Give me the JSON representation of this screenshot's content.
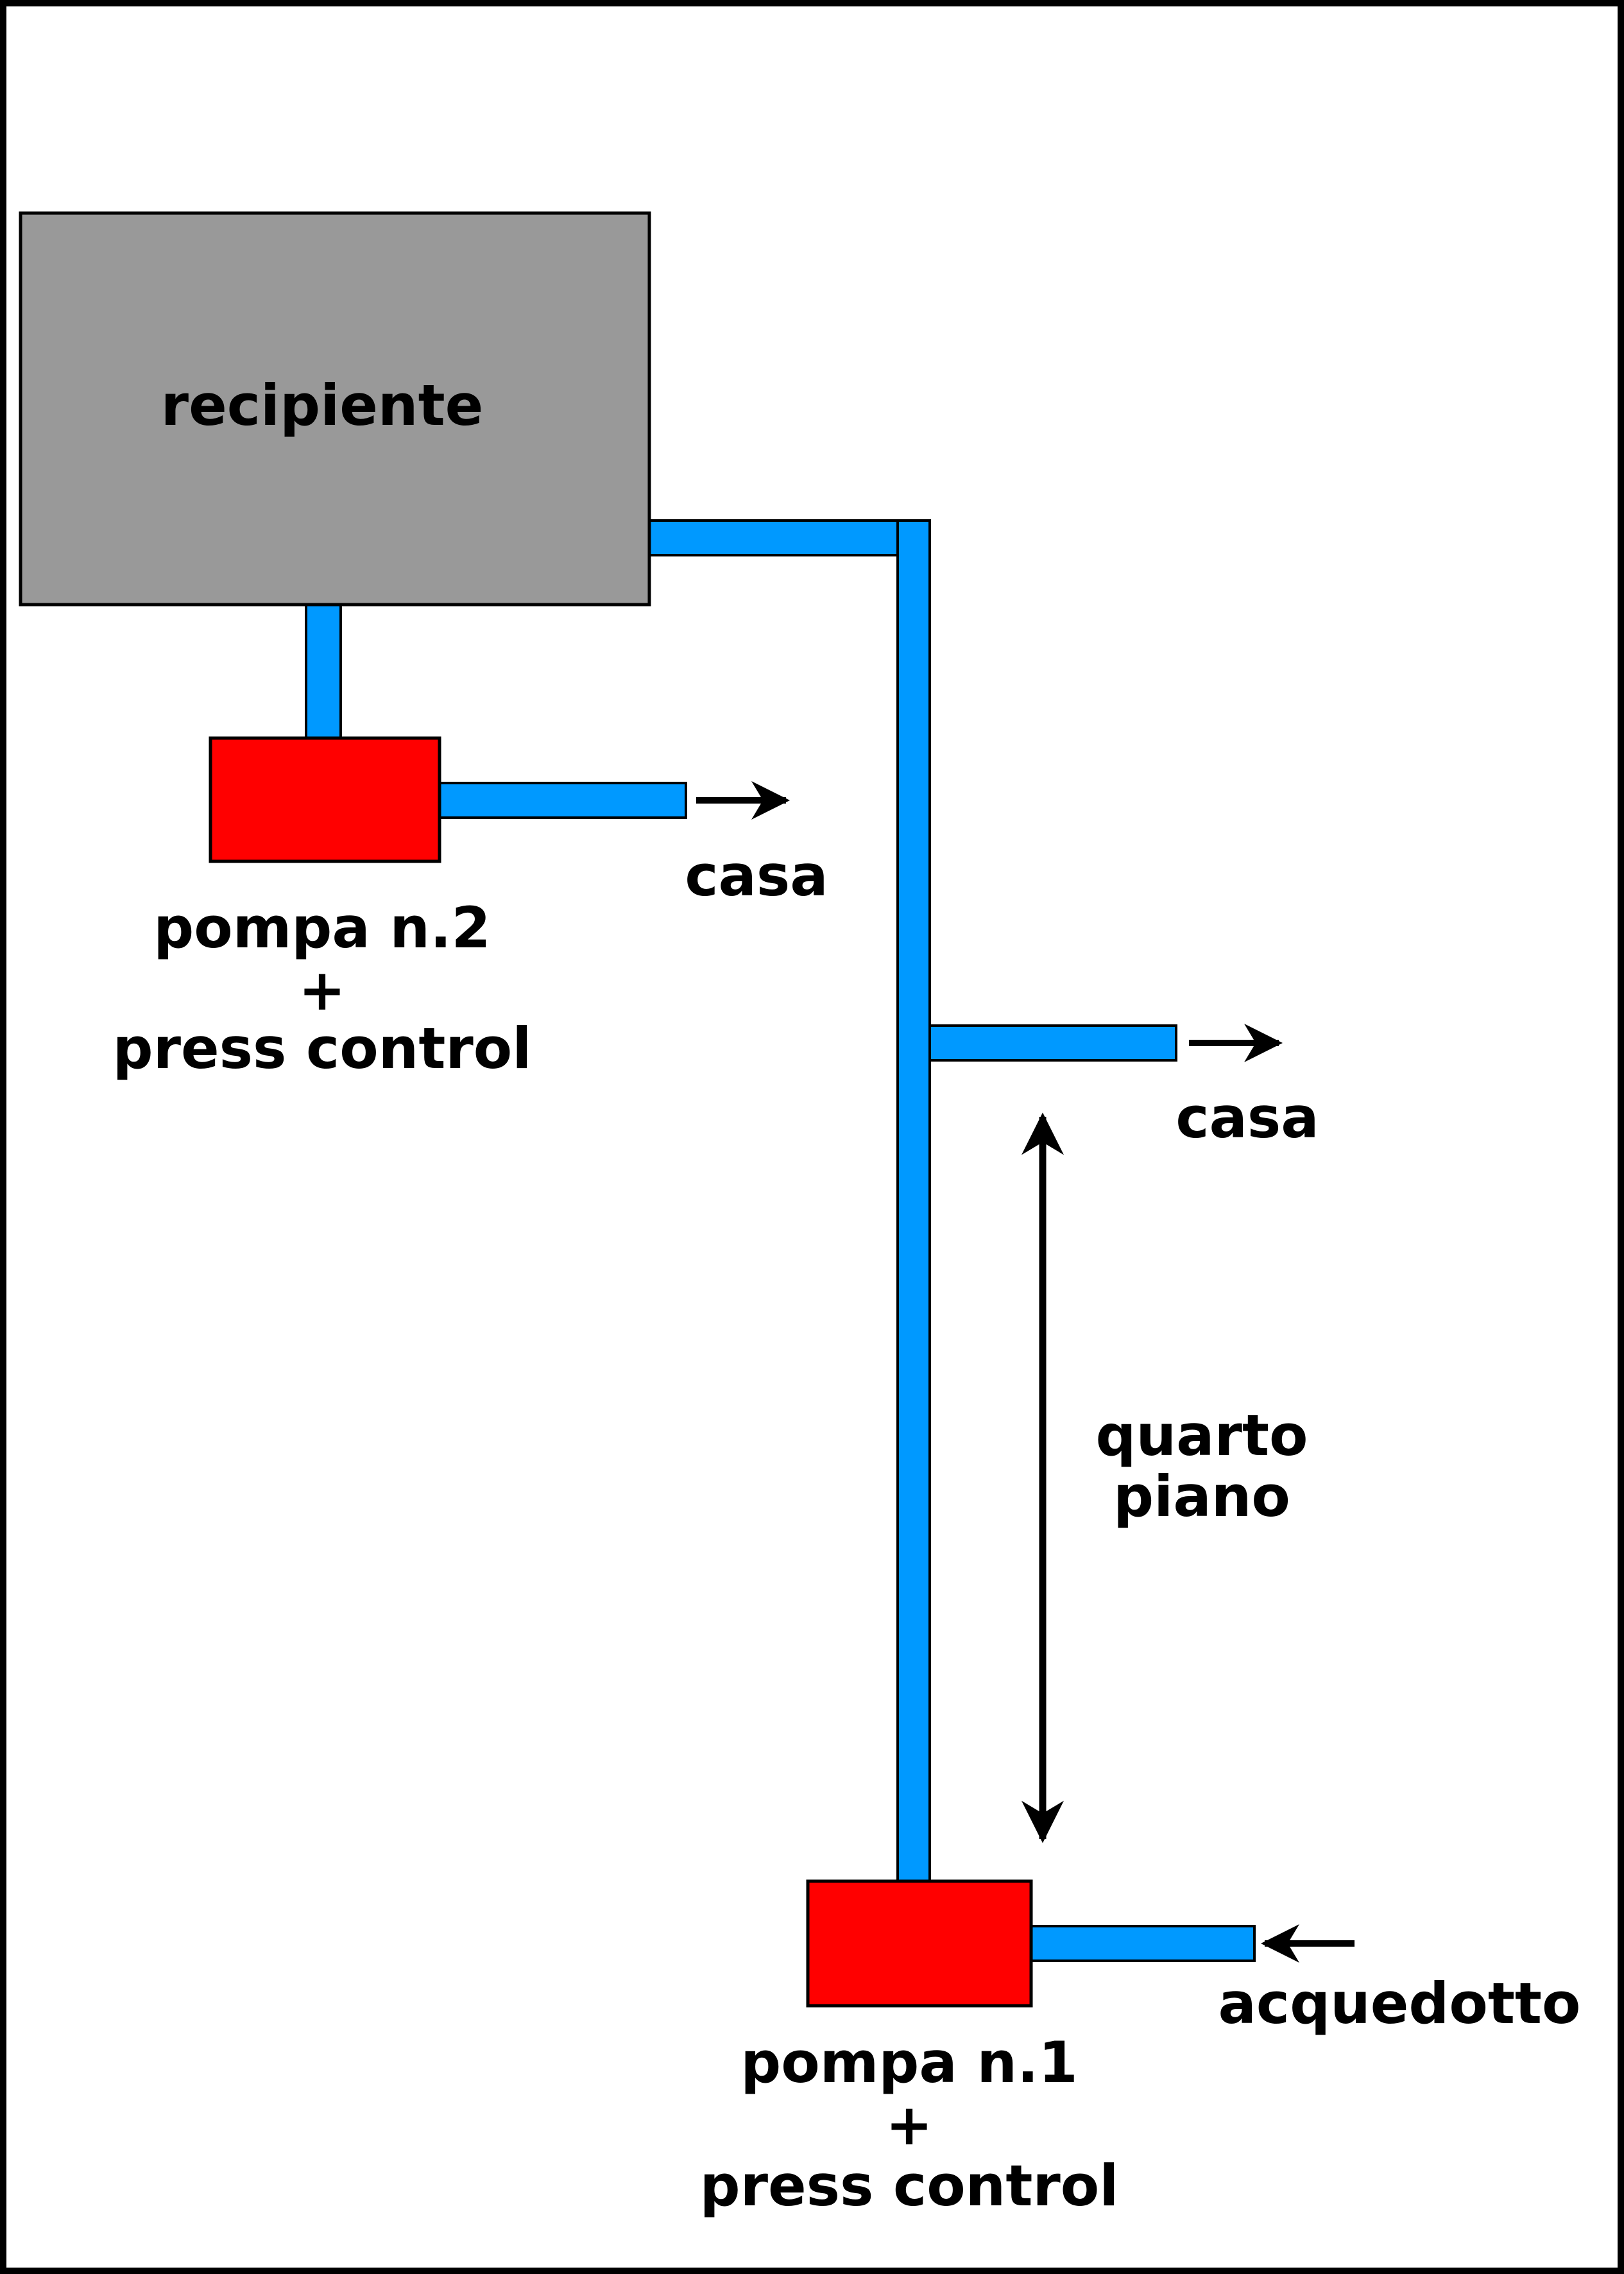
{
  "colors": {
    "pipe": "#0099ff",
    "pump": "#ff0000",
    "tank": "#999999",
    "stroke": "#000000"
  },
  "tank": {
    "label": "recipiente"
  },
  "pump2": {
    "line1": "pompa n.2",
    "line2": "+",
    "line3": "press control"
  },
  "pump1": {
    "line1": "pompa n.1",
    "line2": "+",
    "line3": "press control"
  },
  "outlet_upper": {
    "label": "casa"
  },
  "outlet_middle": {
    "label": "casa"
  },
  "inlet": {
    "label": "acquedotto"
  },
  "height_marker": {
    "line1": "quarto",
    "line2": "piano"
  }
}
